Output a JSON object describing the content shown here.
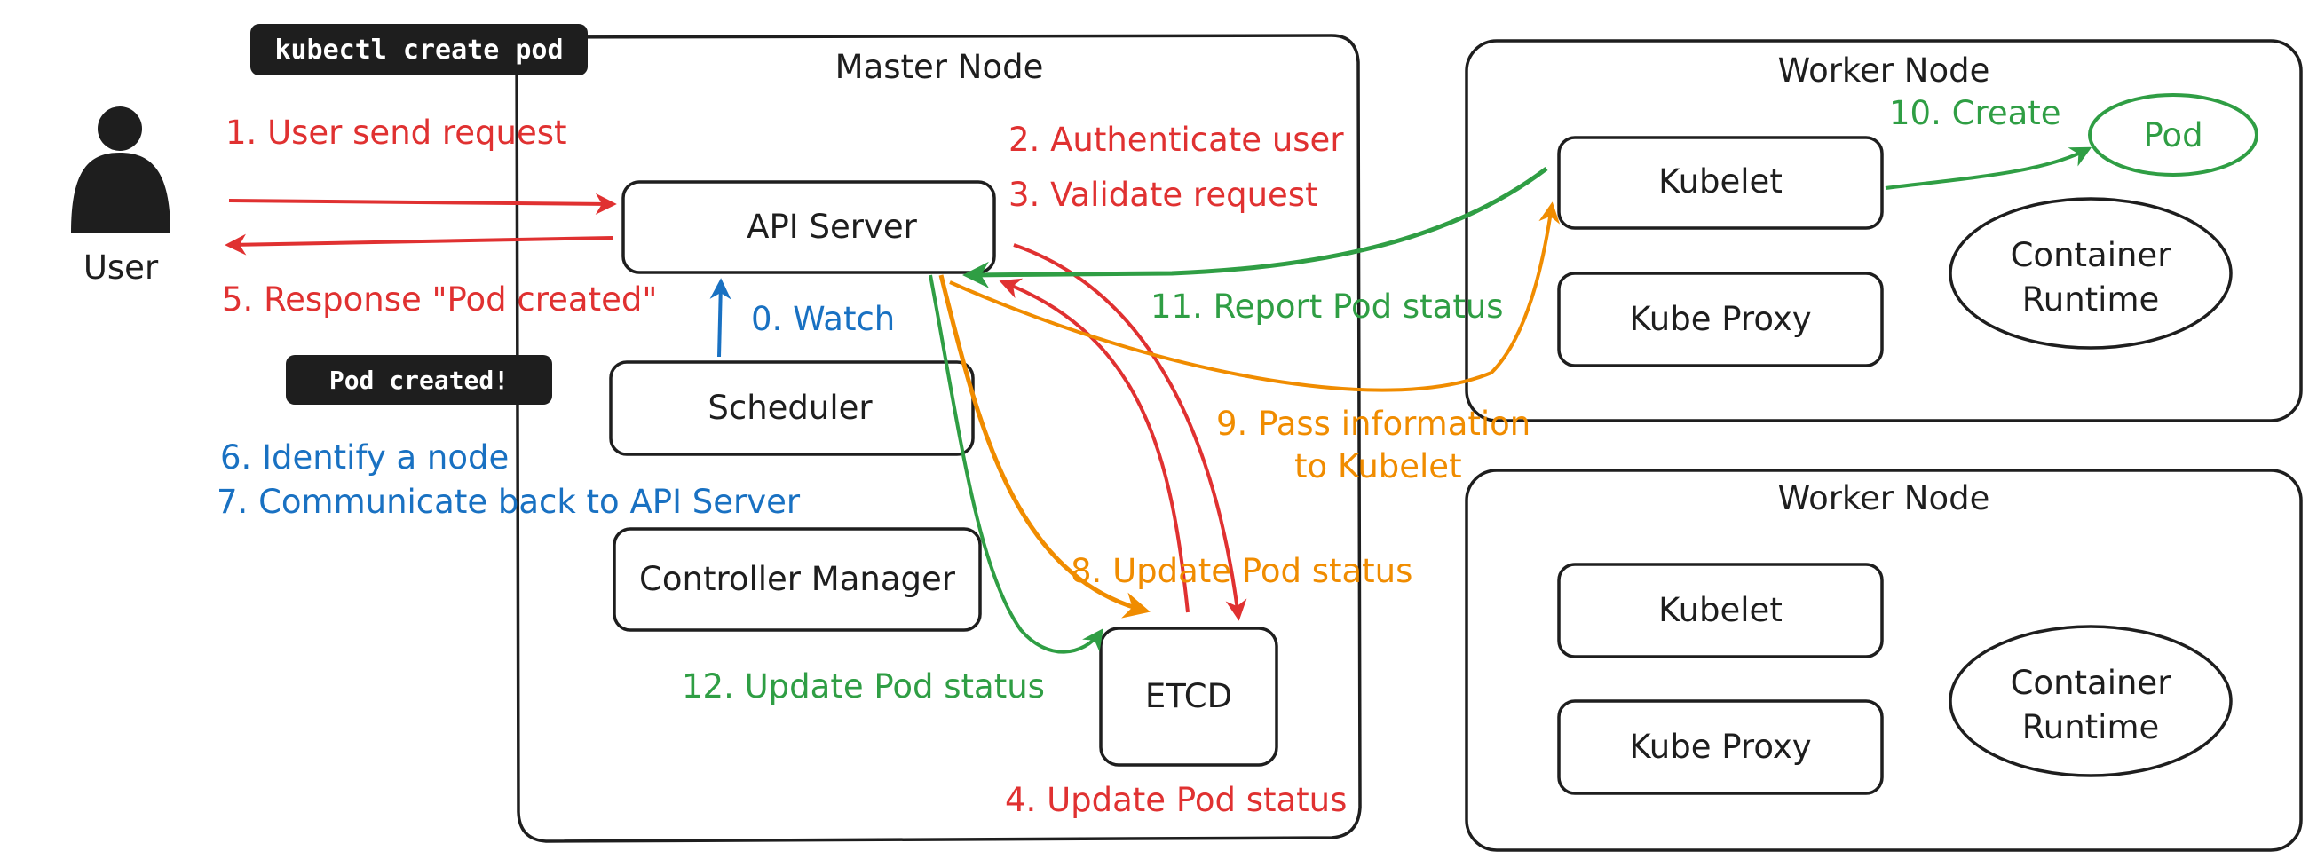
{
  "commands": {
    "kubectl": "kubectl create pod",
    "pod_created": "Pod created!"
  },
  "actor": {
    "user": "User"
  },
  "master": {
    "title": "Master Node",
    "api_server": "API Server",
    "scheduler": "Scheduler",
    "controller_manager": "Controller Manager",
    "etcd": "ETCD"
  },
  "worker1": {
    "title": "Worker Node",
    "kubelet": "Kubelet",
    "kube_proxy": "Kube Proxy",
    "runtime_line1": "Container",
    "runtime_line2": "Runtime",
    "pod": "Pod"
  },
  "worker2": {
    "title": "Worker Node",
    "kubelet": "Kubelet",
    "kube_proxy": "Kube Proxy",
    "runtime_line1": "Container",
    "runtime_line2": "Runtime"
  },
  "steps": {
    "s1": "1. User send request",
    "s2": "2. Authenticate user",
    "s3": "3. Validate request",
    "s4": "4. Update Pod status",
    "s5": "5. Response \"Pod created\"",
    "s0": "0. Watch",
    "s6": "6. Identify a node",
    "s7": "7. Communicate back to API Server",
    "s8": "8. Update Pod status",
    "s9_line1": "9. Pass information",
    "s9_line2": "to Kubelet",
    "s10": "10. Create",
    "s11": "11. Report Pod status",
    "s12": "12. Update Pod status"
  },
  "colors": {
    "red": "#e03131",
    "orange": "#f08c00",
    "green": "#2f9e44",
    "blue": "#1971c2",
    "ink": "#1e1e1e"
  }
}
